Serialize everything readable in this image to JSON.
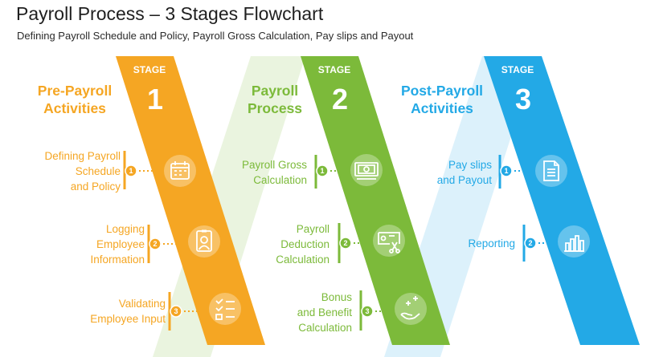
{
  "title": "Payroll Process – 3 Stages Flowchart",
  "subtitle": "Defining Payroll Schedule and Policy, Payroll Gross Calculation, Pay slips and Payout",
  "colors": {
    "orange": "#f5a623",
    "green": "#7cba3a",
    "blue": "#23a9e6"
  },
  "stages": [
    {
      "stage_word": "STAGE",
      "number": "1",
      "heading": [
        "Pre-Payroll",
        "Activities"
      ],
      "steps": [
        {
          "num": "1",
          "label": [
            "Defining Payroll",
            "Schedule",
            "and Policy"
          ],
          "icon": "calendar-icon"
        },
        {
          "num": "2",
          "label": [
            "Logging",
            "Employee",
            "Information"
          ],
          "icon": "employee-id-icon"
        },
        {
          "num": "3",
          "label": [
            "Validating",
            "Employee Input"
          ],
          "icon": "checklist-icon"
        }
      ]
    },
    {
      "stage_word": "STAGE",
      "number": "2",
      "heading": [
        "Payroll",
        "Process"
      ],
      "steps": [
        {
          "num": "1",
          "label": [
            "Payroll Gross",
            "Calculation"
          ],
          "icon": "banknote-icon"
        },
        {
          "num": "2",
          "label": [
            "Payroll",
            "Deduction",
            "Calculation"
          ],
          "icon": "deduction-icon"
        },
        {
          "num": "3",
          "label": [
            "Bonus",
            "and Benefit",
            "Calculation"
          ],
          "icon": "hand-plus-icon"
        }
      ]
    },
    {
      "stage_word": "STAGE",
      "number": "3",
      "heading": [
        "Post-Payroll",
        "Activities"
      ],
      "steps": [
        {
          "num": "1",
          "label": [
            "Pay slips",
            "and Payout"
          ],
          "icon": "document-icon"
        },
        {
          "num": "2",
          "label": [
            "Reporting"
          ],
          "icon": "bar-chart-icon"
        }
      ]
    }
  ]
}
